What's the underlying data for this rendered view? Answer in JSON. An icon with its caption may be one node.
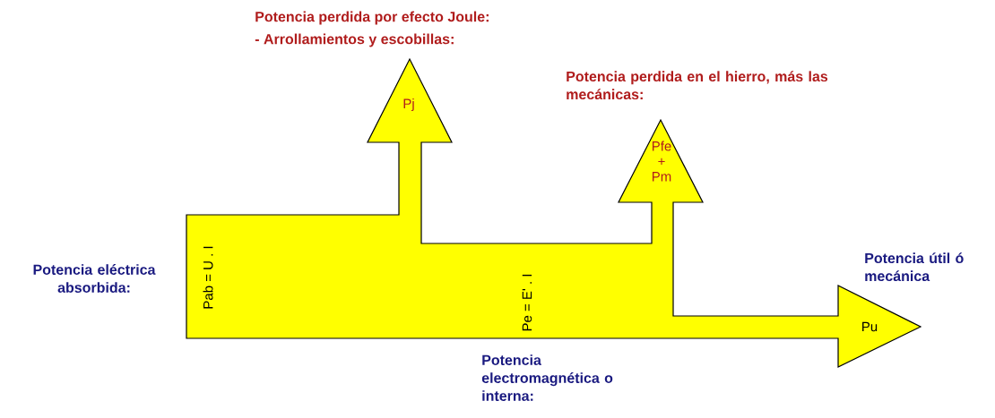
{
  "diagram": {
    "nodes": [
      {
        "text": [
          "Pab = U . I",
          "Pe = E' . I",
          "Pj",
          "Pfe + Pm",
          "Pu"
        ]
      }
    ],
    "labels": [
      "Potencia perdida por efecto Joule:",
      "- Arrollamientos y escobillas:",
      "Potencia perdida en el hierro, más las mecánicas:",
      "Potencia eléctrica absorbida:",
      "Potencia útil ó mecánica",
      "Potencia electromagnética o interna:"
    ]
  }
}
